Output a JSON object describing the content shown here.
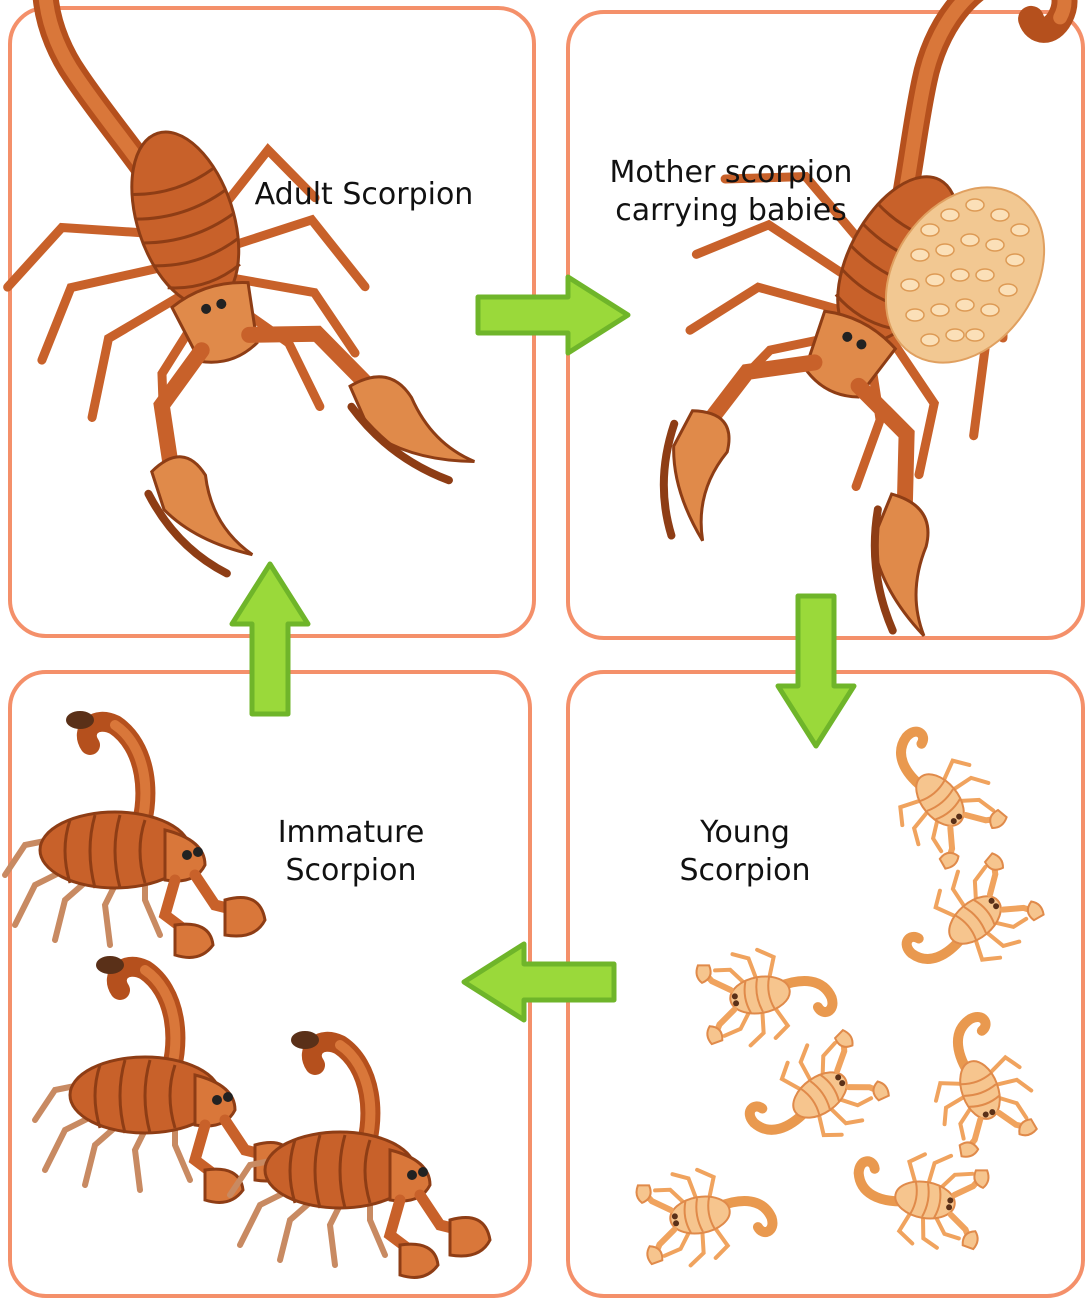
{
  "stages": {
    "adult": {
      "label": "Adult Scorpion"
    },
    "mother": {
      "label": "Mother scorpion\ncarrying babies"
    },
    "young": {
      "label": "Young\nScorpion"
    },
    "immature": {
      "label": "Immature\nScorpion"
    }
  },
  "colors": {
    "panel_border": "#f4906a",
    "arrow_fill": "#9ad93a",
    "arrow_stroke": "#6fb52a",
    "adult_body": "#c8612a",
    "young_body": "#f2b27a"
  }
}
